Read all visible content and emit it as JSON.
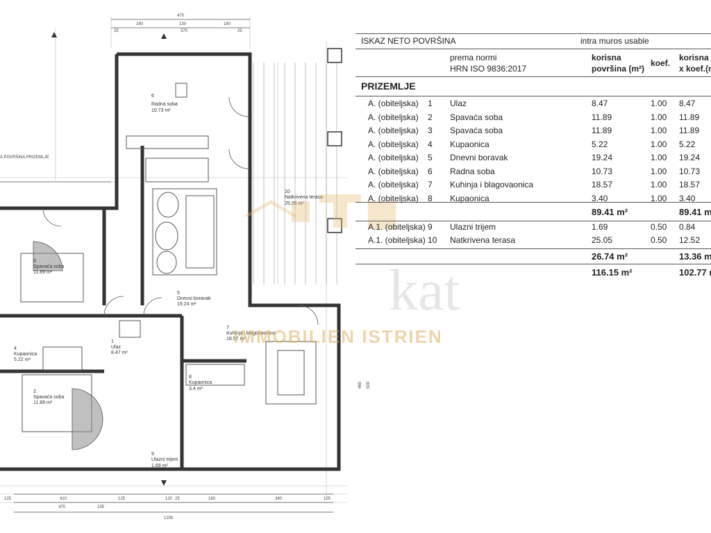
{
  "table": {
    "title": "ISKAZ NETO POVRŠINA",
    "subtitle": "intra muros usable",
    "norm_line1": "prema normi",
    "norm_line2": "HRN ISO 9836:2017",
    "col_area_1": "korisna",
    "col_area_2": "površina (m²)",
    "col_koef": "koef.",
    "col_total_1": "korisna p",
    "col_total_2": "x koef.(m",
    "section": "PRIZEMLJE",
    "rows": [
      {
        "type": "A. (obiteljska)",
        "no": "1",
        "name": "Ulaz",
        "area": "8.47",
        "koef": "1.00",
        "total": "8.47"
      },
      {
        "type": "A. (obiteljska)",
        "no": "2",
        "name": "Spavaća soba",
        "area": "11.89",
        "koef": "1.00",
        "total": "11.89"
      },
      {
        "type": "A. (obiteljska)",
        "no": "3",
        "name": "Spavaća soba",
        "area": "11.89",
        "koef": "1.00",
        "total": "11.89"
      },
      {
        "type": "A. (obiteljska)",
        "no": "4",
        "name": "Kupaonica",
        "area": "5.22",
        "koef": "1.00",
        "total": "5.22"
      },
      {
        "type": "A. (obiteljska)",
        "no": "5",
        "name": "Dnevni boravak",
        "area": "19.24",
        "koef": "1.00",
        "total": "19.24"
      },
      {
        "type": "A. (obiteljska)",
        "no": "6",
        "name": "Radna soba",
        "area": "10.73",
        "koef": "1.00",
        "total": "10.73"
      },
      {
        "type": "A. (obiteljska)",
        "no": "7",
        "name": "Kuhinja i blagovaonica",
        "area": "18.57",
        "koef": "1.00",
        "total": "18.57"
      },
      {
        "type": "A. (obiteljska)",
        "no": "8",
        "name": "Kupaonica",
        "area": "3.40",
        "koef": "1.00",
        "total": "3.40"
      }
    ],
    "subtotal_a": {
      "area": "89.41 m²",
      "total": "89.41 m"
    },
    "rows_a1": [
      {
        "type": "A.1. (obiteljska)",
        "no": "9",
        "name": "Ulazni trijem",
        "area": "1.69",
        "koef": "0.50",
        "total": "0.84"
      },
      {
        "type": "A.1. (obiteljska)",
        "no": "10",
        "name": "Natkrivena terasa",
        "area": "25.05",
        "koef": "0.50",
        "total": "12.52"
      }
    ],
    "subtotal_a1": {
      "area": "26.74 m²",
      "total": "13.36 m"
    },
    "grand_total": {
      "area": "116.15 m²",
      "total": "102.77 m"
    }
  },
  "watermark": {
    "brand": "kat",
    "sub": "IMMOBILIEN ISTRIEN",
    "color": "#d9a54a"
  },
  "plan": {
    "rooms": [
      {
        "no": "6",
        "name": "Radna soba",
        "area": "10.73 m²"
      },
      {
        "no": "10",
        "name": "Natkrivena terasa",
        "area": "25.05 m²"
      },
      {
        "no": "3",
        "name": "Spavaća soba",
        "area": "11.89 m²"
      },
      {
        "no": "5",
        "name": "Dnevni boravak",
        "area": "19.24 m²"
      },
      {
        "no": "4",
        "name": "Kupaonica",
        "area": "5.22 m²"
      },
      {
        "no": "1",
        "name": "Ulaz",
        "area": "8.47 m²"
      },
      {
        "no": "7",
        "name": "Kuhinja i blagovaonica",
        "area": "18.57 m²"
      },
      {
        "no": "8",
        "name": "Kupaonica",
        "area": "3.4 m²"
      },
      {
        "no": "2",
        "name": "Spavaća soba",
        "area": "11.89 m²"
      },
      {
        "no": "9",
        "name": "Ulazni trijem",
        "area": "1.69 m²"
      }
    ],
    "level_note": "A POVRŠINA PRIZEMLJE",
    "dims_top": [
      "470",
      "160",
      "130",
      "180",
      "25",
      "370",
      "25"
    ],
    "dims_bottom": [
      "125",
      "410",
      "125",
      "235",
      "120",
      "25",
      "180",
      "340",
      "125"
    ],
    "dim_overall": "1205",
    "dim_left_sub": "470",
    "dim_right": [
      "460",
      "500"
    ]
  }
}
